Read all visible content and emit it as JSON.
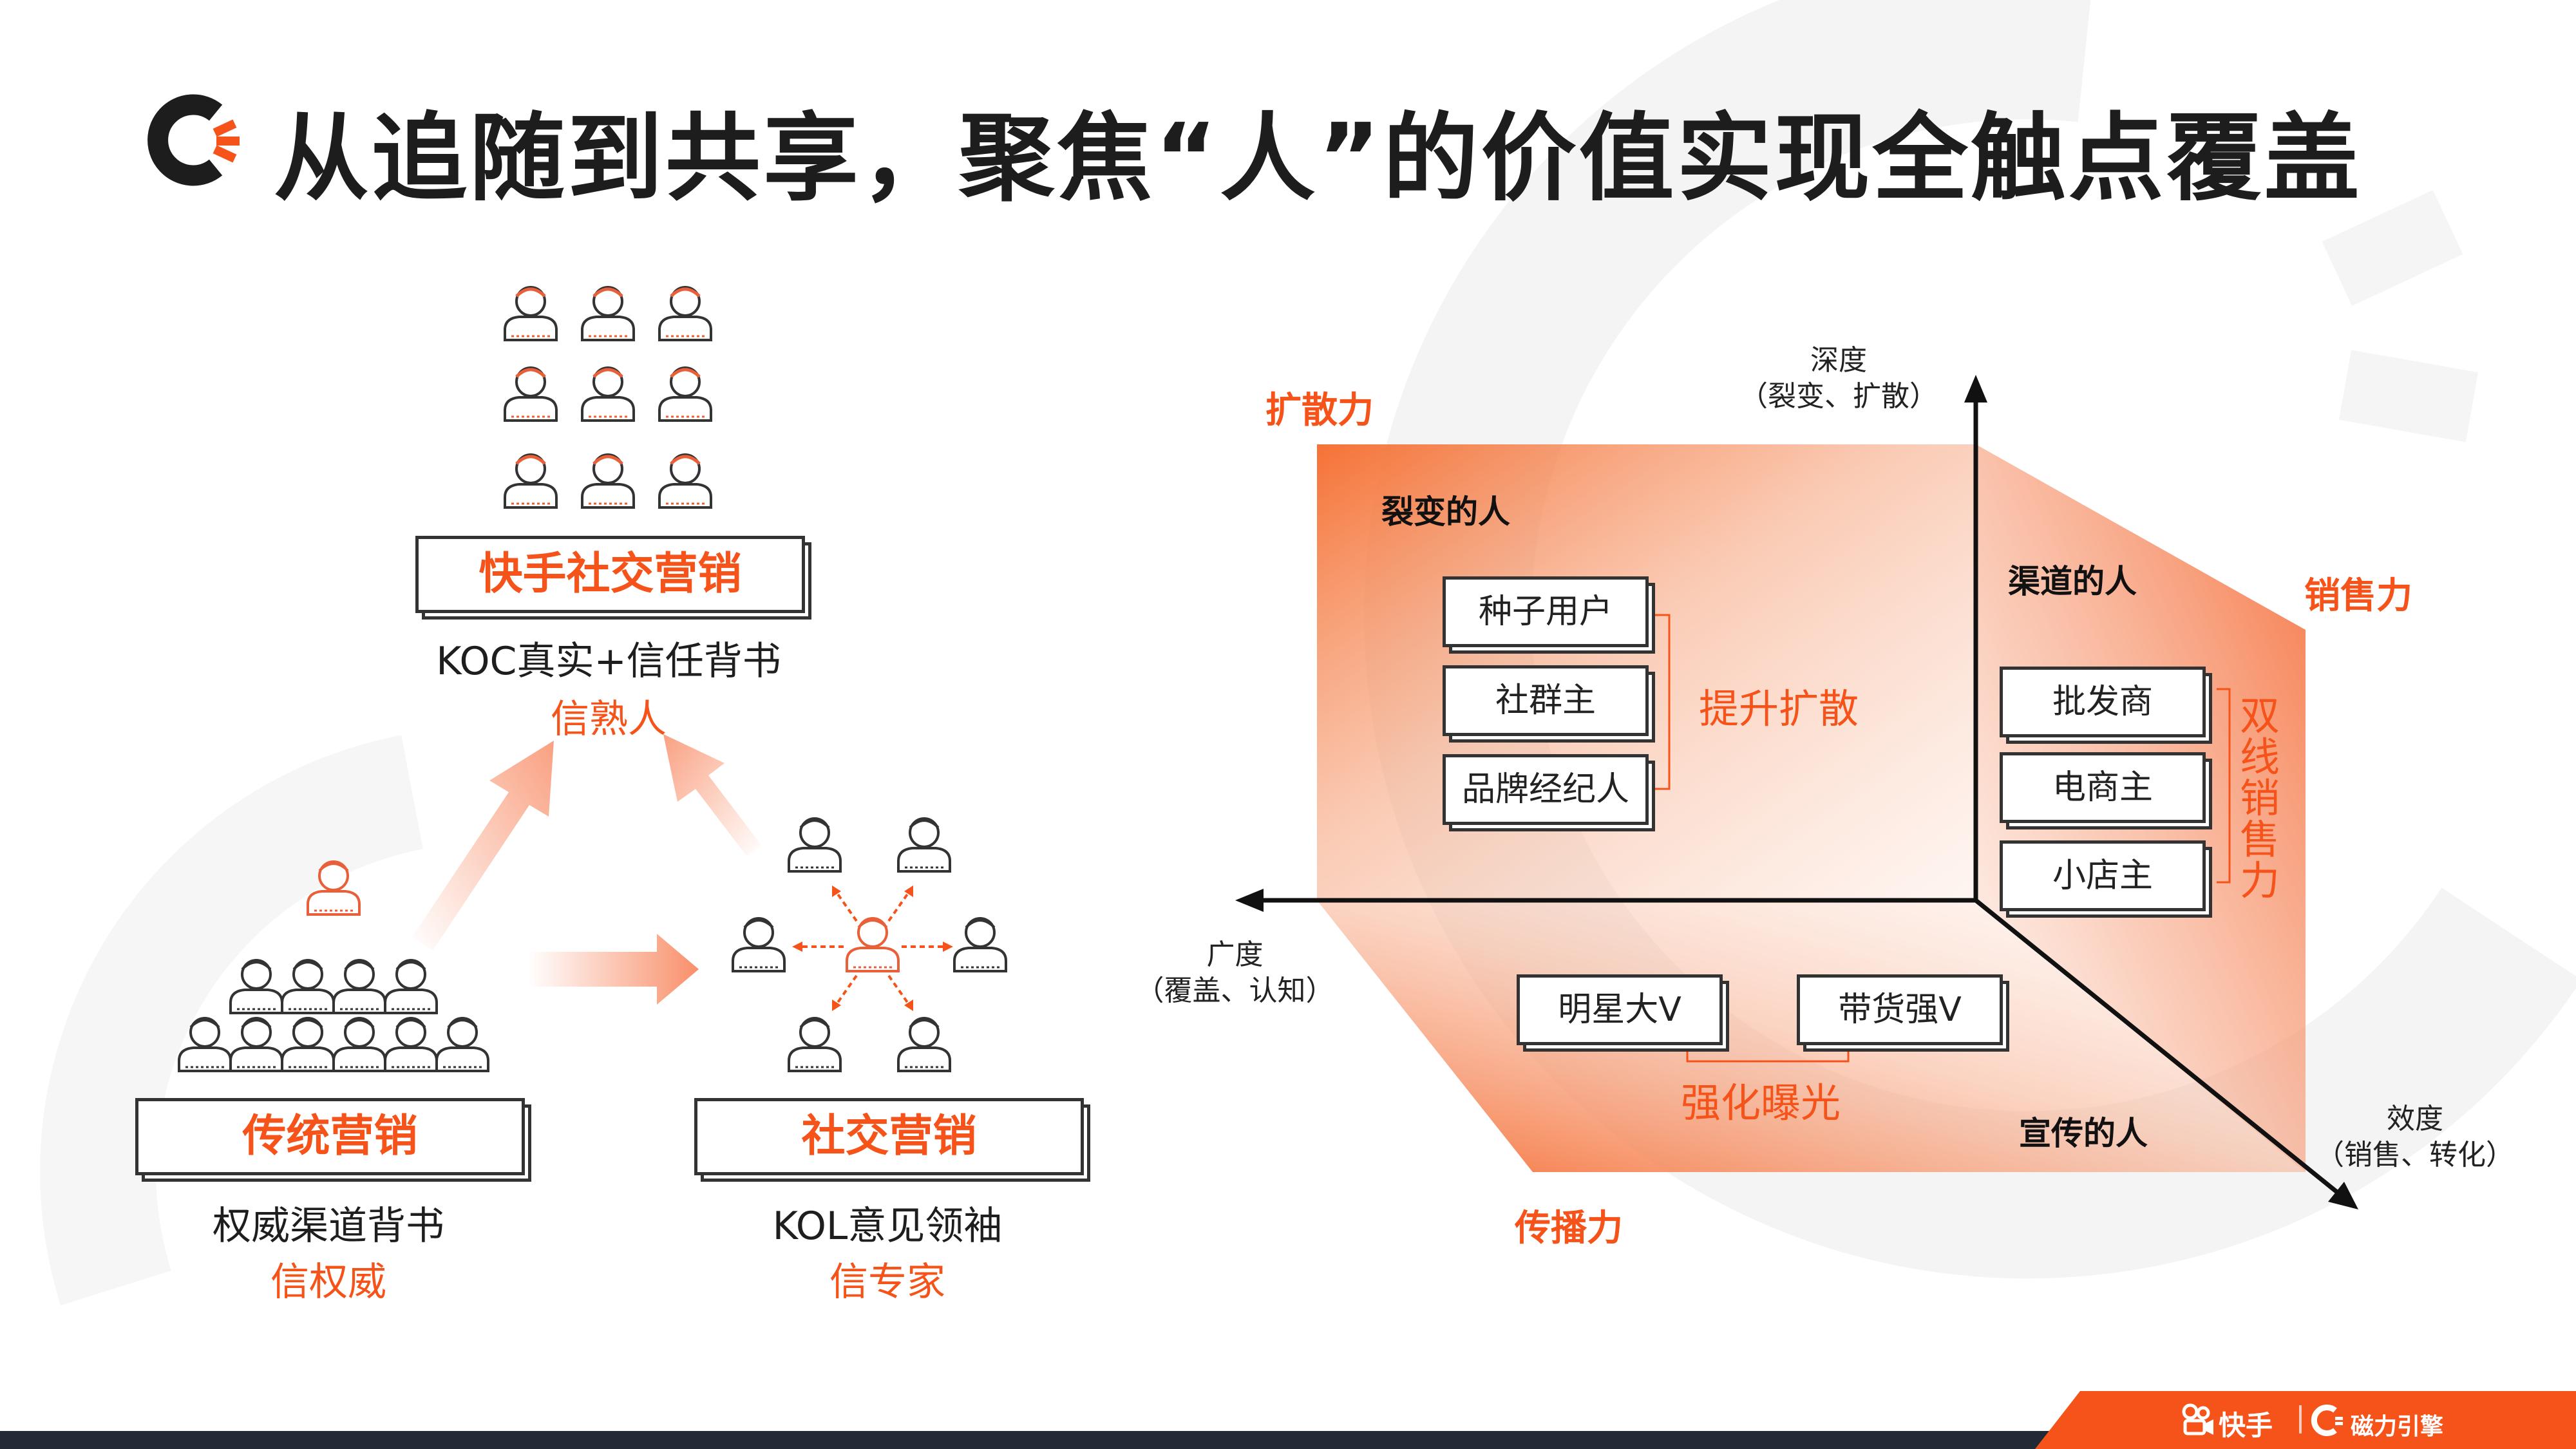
{
  "title": "从追随到共享，聚焦“人”的价值实现全触点覆盖",
  "left": {
    "top_box": "快手社交营销",
    "top_line1": "KOC真实+信任背书",
    "top_line2": "信熟人",
    "bl_box": "传统营销",
    "bl_line1": "权威渠道背书",
    "bl_line2": "信权威",
    "br_box": "社交营销",
    "br_line1": "KOL意见领袖",
    "br_line2": "信专家"
  },
  "right": {
    "depth_axis": [
      "深度",
      "（裂变、扩散）"
    ],
    "breadth_axis": [
      "广度",
      "（覆盖、认知）"
    ],
    "effect_axis": [
      "效度",
      "（销售、转化）"
    ],
    "diffusion_power": "扩散力",
    "sales_power": "销售力",
    "spread_power": "传播力",
    "fission_people": "裂变的人",
    "channel_people": "渠道的人",
    "promo_people": "宣传的人",
    "fission_items": [
      "种子用户",
      "社群主",
      "品牌经纪人"
    ],
    "fission_result": "提升扩散",
    "channel_items": [
      "批发商",
      "电商主",
      "小店主"
    ],
    "channel_result": "双线销售力",
    "promo_items": [
      "明星大V",
      "带货强V"
    ],
    "promo_result": "强化曝光"
  },
  "footer": {
    "brand1": "快手",
    "brand2": "磁力引擎"
  },
  "colors": {
    "accent": "#f5531a",
    "dark": "#222a36"
  }
}
